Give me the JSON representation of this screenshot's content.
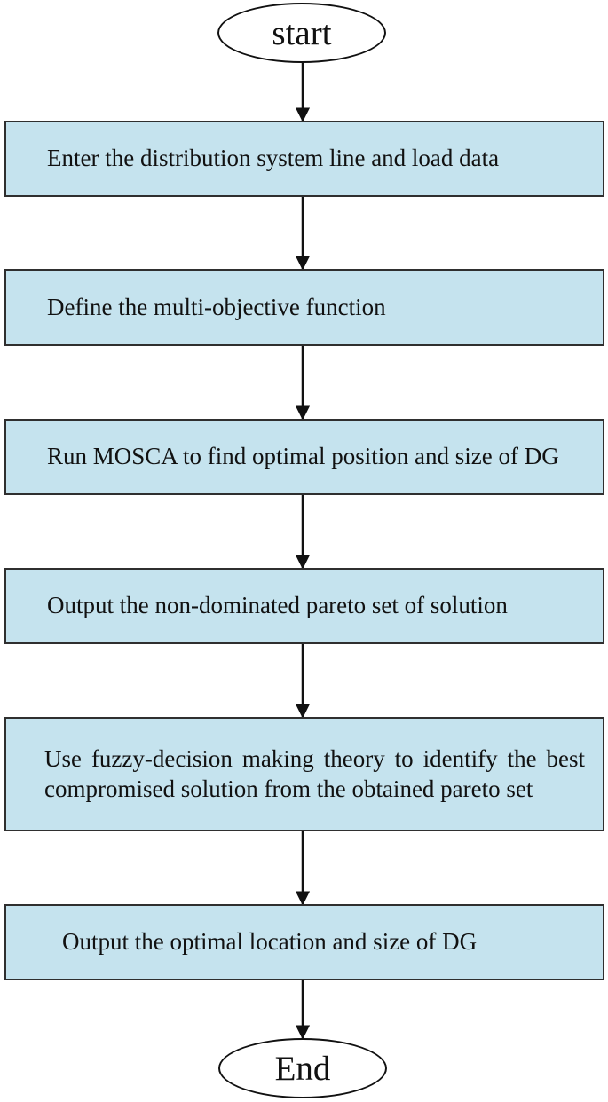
{
  "flowchart": {
    "start_label": "start",
    "end_label": "End",
    "steps": [
      "Enter the distribution system line and load data",
      "Define the multi-objective function",
      "Run MOSCA to find optimal position and size of DG",
      "Output the non-dominated pareto set of solution",
      "Use fuzzy-decision making theory to identify the best compromised solution from the obtained pareto set",
      "Output the optimal location and size of DG"
    ]
  }
}
